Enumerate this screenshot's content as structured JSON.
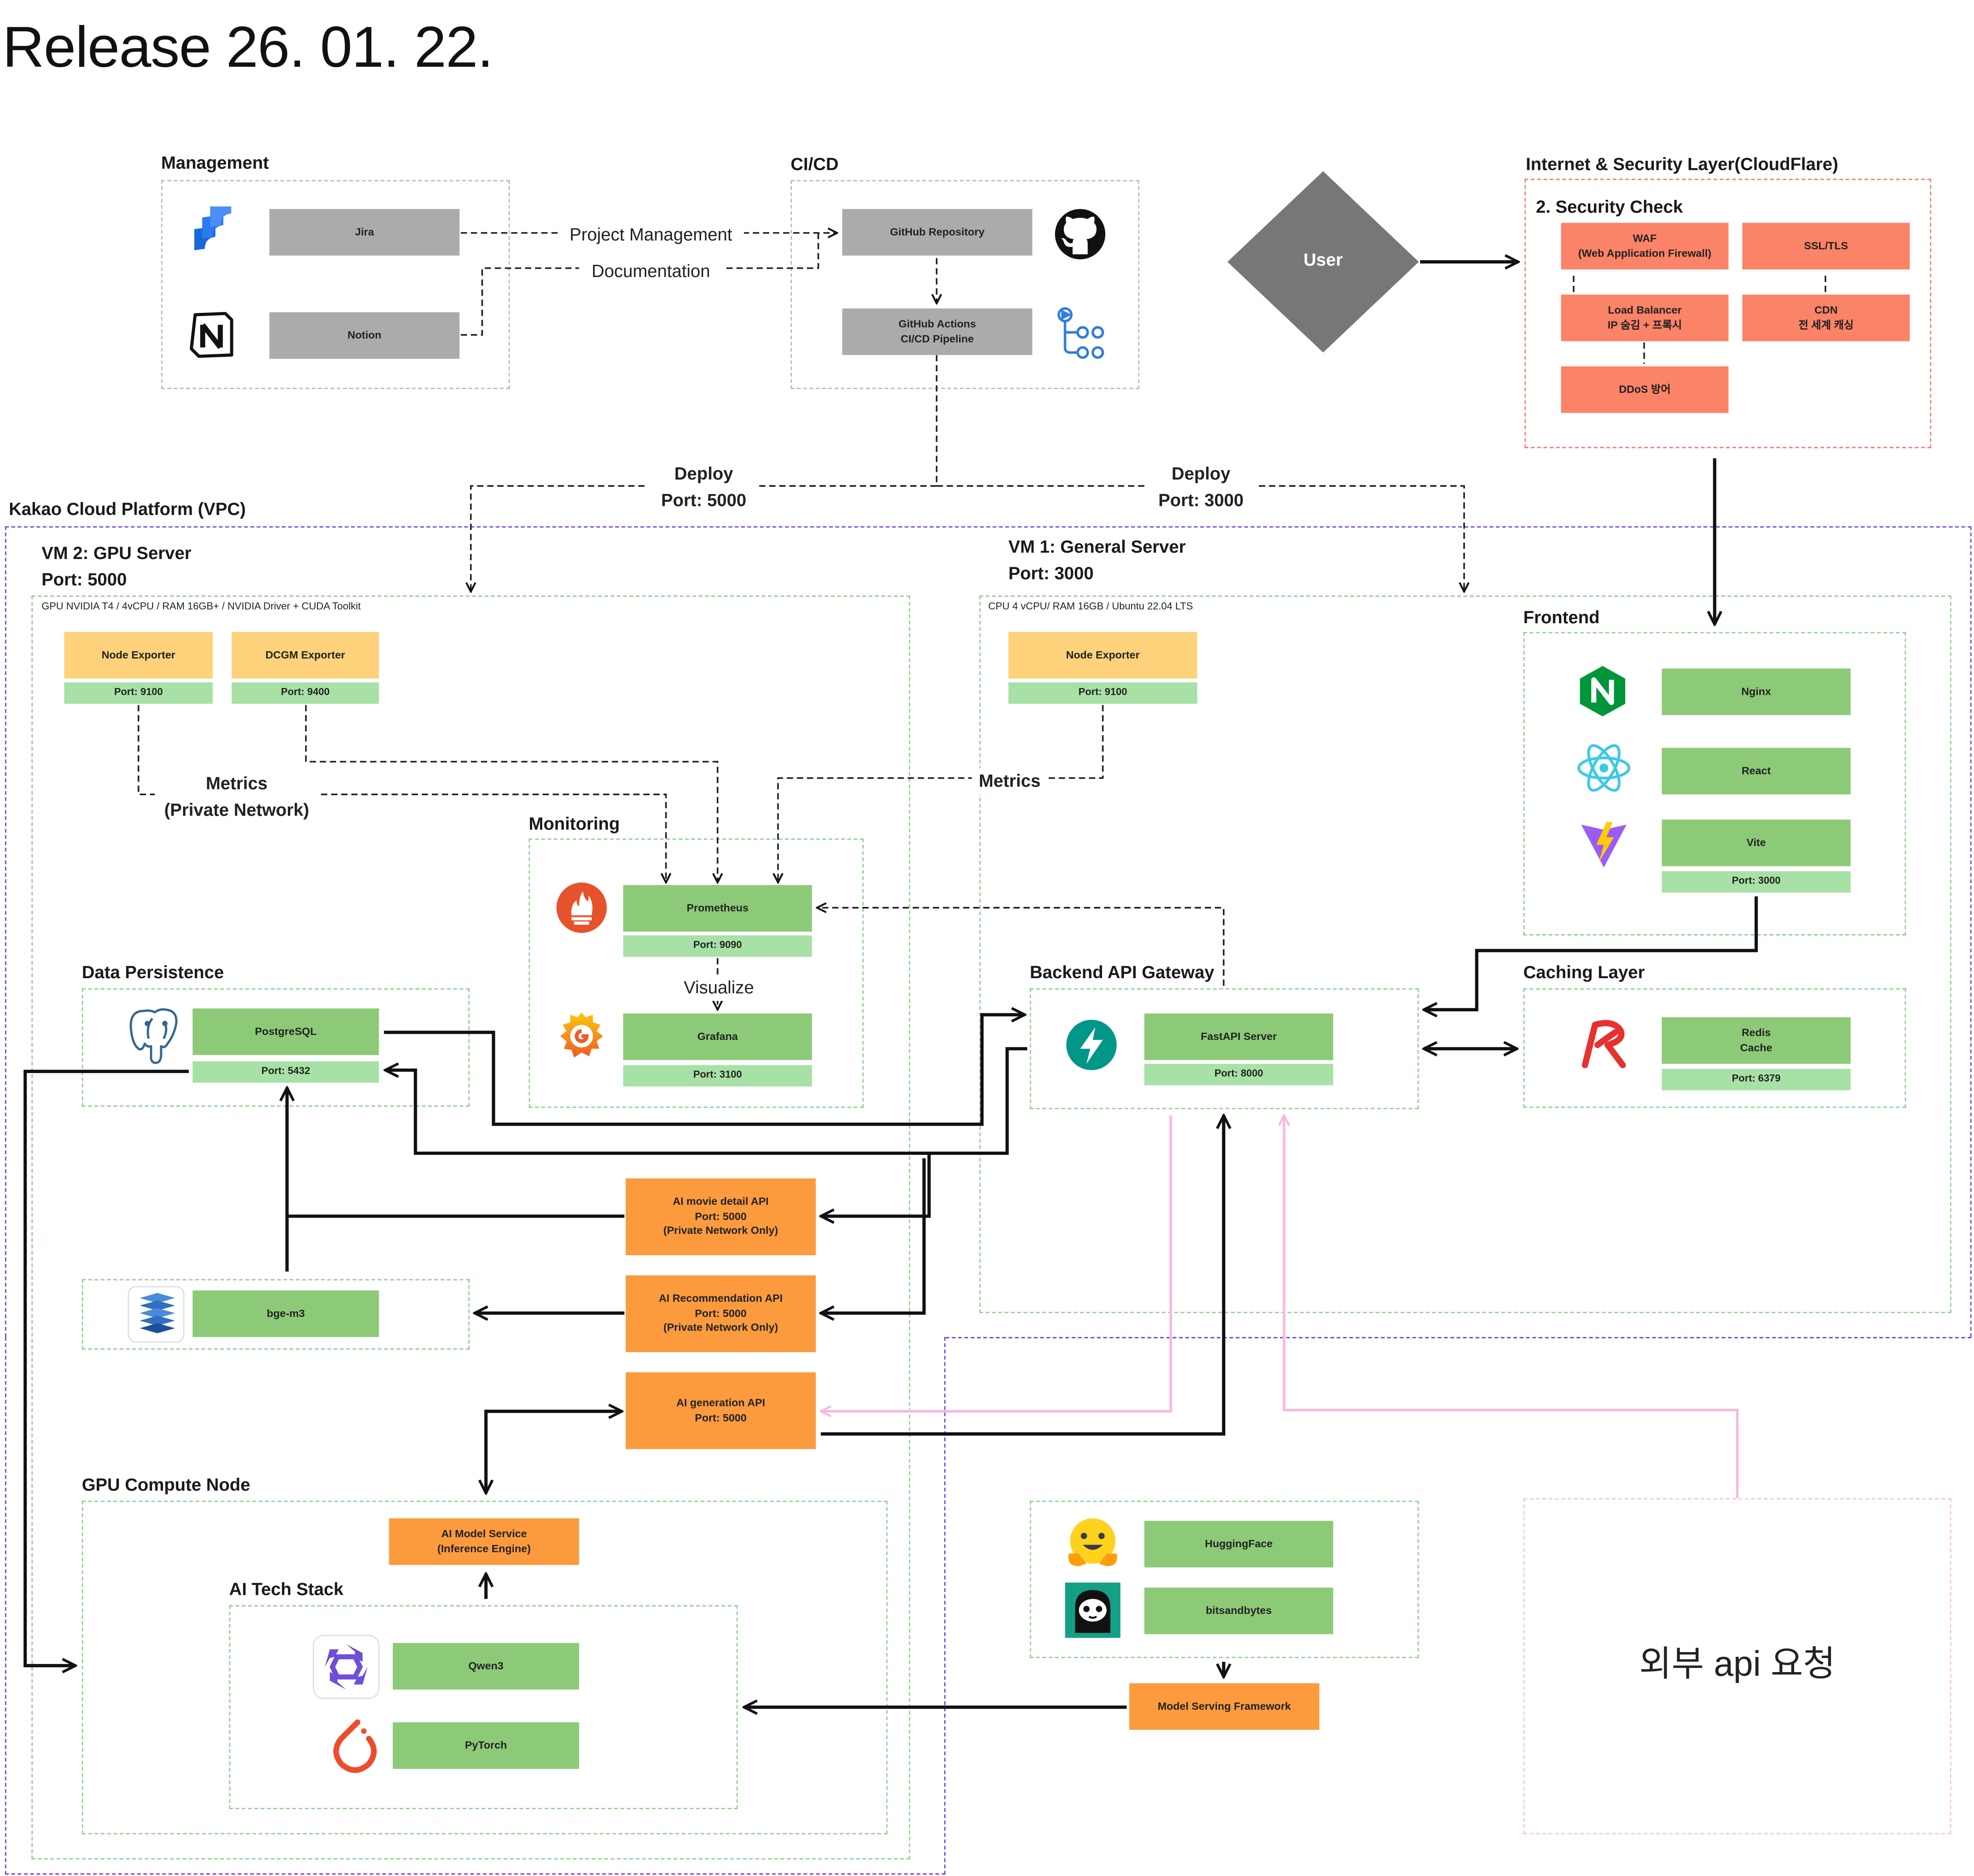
{
  "title": "Release 26. 01. 22.",
  "groups": {
    "management": "Management",
    "cicd": "CI/CD",
    "security_layer": "Internet & Security Layer(CloudFlare)",
    "security_check": "2. Security Check",
    "kakao": "Kakao Cloud Platform (VPC)",
    "vm2_title": "VM 2: GPU Server",
    "vm2_port": "Port: 5000",
    "vm2_spec": "GPU NVIDIA T4 / 4vCPU / RAM 16GB+ / NVIDIA Driver + CUDA Toolkit",
    "vm1_title": "VM 1: General Server",
    "vm1_port": "Port: 3000",
    "vm1_spec": "CPU 4 vCPU/ RAM 16GB / Ubuntu 22.04 LTS",
    "frontend": "Frontend",
    "monitoring": "Monitoring",
    "data_persistence": "Data Persistence",
    "backend_gateway": "Backend API Gateway",
    "caching_layer": "Caching Layer",
    "gpu_compute": "GPU Compute Node",
    "ai_tech_stack": "AI Tech Stack"
  },
  "nodes": {
    "jira": "Jira",
    "notion": "Notion",
    "github_repo": "GitHub Repository",
    "github_actions": "GitHub Actions\nCI/CD Pipeline",
    "user": "User",
    "waf": "WAF\n(Web Application Firewall)",
    "ssl": "SSL/TLS",
    "lb": "Load Balancer\nIP 숨김 + 프록시",
    "cdn": "CDN\n전 세계 캐싱",
    "ddos": "DDoS 방어",
    "node_exporter_vm2": "Node Exporter",
    "node_exporter_vm2_port": "Port: 9100",
    "dcgm": "DCGM Exporter",
    "dcgm_port": "Port: 9400",
    "node_exporter_vm1": "Node Exporter",
    "node_exporter_vm1_port": "Port: 9100",
    "nginx": "Nginx",
    "react": "React",
    "vite": "Vite",
    "vite_port": "Port: 3000",
    "prometheus": "Prometheus",
    "prometheus_port": "Port: 9090",
    "grafana": "Grafana",
    "grafana_port": "Port: 3100",
    "postgresql": "PostgreSQL",
    "postgresql_port": "Port: 5432",
    "fastapi": "FastAPI Server",
    "fastapi_port": "Port: 8000",
    "redis": "Redis\nCache",
    "redis_port": "Port: 6379",
    "ai_movie": "AI movie detail API\nPort: 5000\n(Private Network Only)",
    "ai_recommend": "AI Recommendation API\nPort: 5000\n(Private Network Only)",
    "ai_generation": "AI generation API\nPort: 5000",
    "bge": "bge-m3",
    "ai_model_service": "AI Model Service\n(Inference Engine)",
    "qwen": "Qwen3",
    "pytorch": "PyTorch",
    "huggingface": "HuggingFace",
    "bitsandbytes": "bitsandbytes",
    "model_serving": "Model Serving Framework",
    "external_api": "외부 api 요청"
  },
  "edges": {
    "project_management": "Project Management",
    "documentation": "Documentation",
    "deploy_5000": "Deploy\nPort: 5000",
    "deploy_3000": "Deploy\nPort: 3000",
    "metrics_private": "Metrics\n(Private Network)",
    "metrics": "Metrics",
    "visualize": "Visualize"
  },
  "colors": {
    "grey_node": "#ababab",
    "green_node": "#8dca78",
    "light_green": "#a8e1a6",
    "yellow_node": "#fdd27b",
    "orange_node": "#fb9b3e",
    "red_node": "#fb8367",
    "vpc_border": "#7b3fe4",
    "pink_line": "#f7b9dc"
  },
  "icons": [
    "jira-icon",
    "notion-icon",
    "github-icon",
    "github-actions-icon",
    "nginx-icon",
    "react-icon",
    "vite-icon",
    "prometheus-icon",
    "grafana-icon",
    "postgresql-icon",
    "fastapi-icon",
    "redis-icon",
    "bge-icon",
    "qwen-icon",
    "pytorch-icon",
    "huggingface-icon",
    "bitsandbytes-icon"
  ]
}
